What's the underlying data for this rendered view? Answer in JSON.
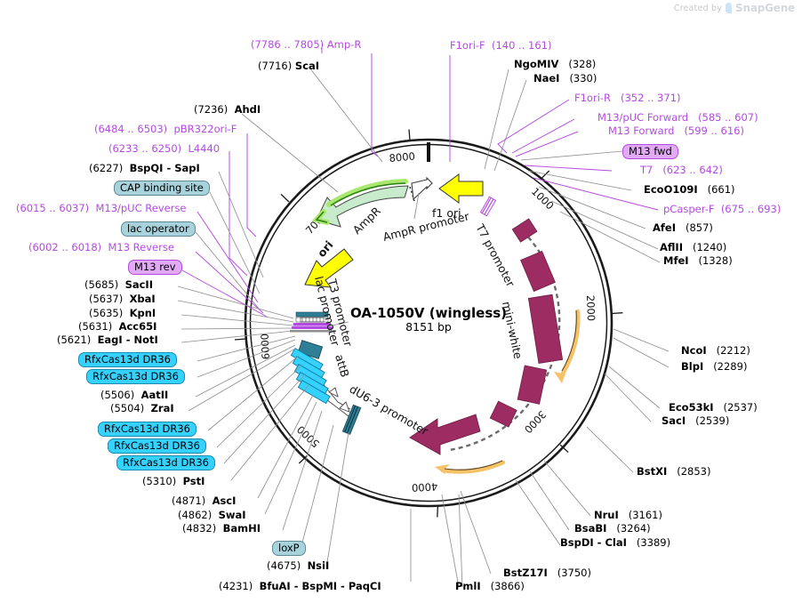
{
  "credit": {
    "prefix": "Created by",
    "brand": "SnapGene",
    "logo_icon": "snapgene-logo-icon"
  },
  "plasmid": {
    "name": "OA-1050V (wingless)",
    "size": "8151 bp",
    "ticks": [
      "1000",
      "2000",
      "3000",
      "4000",
      "5000",
      "6000",
      "7000",
      "8000"
    ]
  },
  "features": [
    {
      "name": "AmpR",
      "color": "#c8eccb"
    },
    {
      "name": "AmpR promoter",
      "color": "#ffffff"
    },
    {
      "name": "f1 ori",
      "color": "#ffff00"
    },
    {
      "name": "T7 promoter",
      "color": "#b44be0"
    },
    {
      "name": "mini-white",
      "color": "#9c2c62"
    },
    {
      "name": "dU6-3 promoter",
      "color": "#2e7e96"
    },
    {
      "name": "attB",
      "color": "#35d2ff"
    },
    {
      "name": "lac promoter",
      "color": "#b44be0"
    },
    {
      "name": "T3 promoter",
      "color": "#b44be0"
    },
    {
      "name": "ori",
      "color": "#ffff00"
    }
  ],
  "labels_top": [
    {
      "id": "amp-r",
      "pos": "(7786 .. 7805)",
      "enz": "Amp-R",
      "style": "purple"
    },
    {
      "id": "scai",
      "pos": "(7716)",
      "enz": "ScaI",
      "style": "black"
    },
    {
      "id": "f1ori-f",
      "pos": "(140 .. 161)",
      "enz": "F1ori-F",
      "style": "purple"
    },
    {
      "id": "ngomiv",
      "pos": "(328)",
      "enz": "NgoMIV",
      "style": "black"
    },
    {
      "id": "naei",
      "pos": "(330)",
      "enz": "NaeI",
      "style": "black"
    }
  ],
  "labels_left": [
    {
      "id": "ahdi",
      "pos": "(7236)",
      "enz": "AhdI",
      "style": "black"
    },
    {
      "id": "pbr322ori-f",
      "pos": "(6484 .. 6503)",
      "enz": "pBR322ori-F",
      "style": "purple"
    },
    {
      "id": "l4440",
      "pos": "(6233 .. 6250)",
      "enz": "L4440",
      "style": "purple"
    },
    {
      "id": "bspqi-sapi",
      "pos": "(6227)",
      "enz": "BspQI - SapI",
      "style": "black"
    },
    {
      "id": "m13puc-reverse",
      "pos": "(6015 .. 6037)",
      "enz": "M13/pUC Reverse",
      "style": "purple"
    },
    {
      "id": "m13-reverse",
      "pos": "(6002 .. 6018)",
      "enz": "M13 Reverse",
      "style": "purple"
    },
    {
      "id": "sacii",
      "pos": "(5685)",
      "enz": "SacII",
      "style": "black"
    },
    {
      "id": "xbai",
      "pos": "(5637)",
      "enz": "XbaI",
      "style": "black"
    },
    {
      "id": "kpni",
      "pos": "(5635)",
      "enz": "KpnI",
      "style": "black"
    },
    {
      "id": "acc65i",
      "pos": "(5631)",
      "enz": "Acc65I",
      "style": "black"
    },
    {
      "id": "eagi-noti",
      "pos": "(5621)",
      "enz": "EagI - NotI",
      "style": "black"
    },
    {
      "id": "aatii",
      "pos": "(5506)",
      "enz": "AatII",
      "style": "black"
    },
    {
      "id": "zrai",
      "pos": "(5504)",
      "enz": "ZraI",
      "style": "black"
    },
    {
      "id": "psti",
      "pos": "(5310)",
      "enz": "PstI",
      "style": "black"
    },
    {
      "id": "asci",
      "pos": "(4871)",
      "enz": "AscI",
      "style": "black"
    },
    {
      "id": "swai",
      "pos": "(4862)",
      "enz": "SwaI",
      "style": "black"
    },
    {
      "id": "bamhi",
      "pos": "(4832)",
      "enz": "BamHI",
      "style": "black"
    },
    {
      "id": "nsii",
      "pos": "(4675)",
      "enz": "NsiI",
      "style": "black"
    },
    {
      "id": "bfuai",
      "pos": "(4231)",
      "enz": "BfuAI - BspMI - PaqCI",
      "style": "black"
    }
  ],
  "labels_right": [
    {
      "id": "f1ori-r",
      "enz": "F1ori-R",
      "pos": "(352 .. 371)",
      "style": "purple"
    },
    {
      "id": "m13puc-forward",
      "enz": "M13/pUC Forward",
      "pos": "(585 .. 607)",
      "style": "purple"
    },
    {
      "id": "m13-forward",
      "enz": "M13 Forward",
      "pos": "(599 .. 616)",
      "style": "purple"
    },
    {
      "id": "t7",
      "enz": "T7",
      "pos": "(623 .. 642)",
      "style": "purple"
    },
    {
      "id": "ecoo109i",
      "enz": "EcoO109I",
      "pos": "(661)",
      "style": "black"
    },
    {
      "id": "pcasper-f",
      "enz": "pCasper-F",
      "pos": "(675 .. 693)",
      "style": "purple"
    },
    {
      "id": "afei",
      "enz": "AfeI",
      "pos": "(857)",
      "style": "black"
    },
    {
      "id": "aflii",
      "enz": "AflII",
      "pos": "(1240)",
      "style": "black"
    },
    {
      "id": "mfei",
      "enz": "MfeI",
      "pos": "(1328)",
      "style": "black"
    },
    {
      "id": "ncoi",
      "enz": "NcoI",
      "pos": "(2212)",
      "style": "black"
    },
    {
      "id": "blpi",
      "enz": "BlpI",
      "pos": "(2289)",
      "style": "black"
    },
    {
      "id": "eco53ki",
      "enz": "Eco53kI",
      "pos": "(2537)",
      "style": "black"
    },
    {
      "id": "saci",
      "enz": "SacI",
      "pos": "(2539)",
      "style": "black"
    },
    {
      "id": "bstxi",
      "enz": "BstXI",
      "pos": "(2853)",
      "style": "black"
    },
    {
      "id": "nrui",
      "enz": "NruI",
      "pos": "(3161)",
      "style": "black"
    },
    {
      "id": "bsabi",
      "enz": "BsaBI",
      "pos": "(3264)",
      "style": "black"
    },
    {
      "id": "bspdi-clai",
      "enz": "BspDI - ClaI",
      "pos": "(3389)",
      "style": "black"
    },
    {
      "id": "bstz17i",
      "enz": "BstZ17I",
      "pos": "(3750)",
      "style": "black"
    },
    {
      "id": "pmli",
      "enz": "PmlI",
      "pos": "(3866)",
      "style": "black"
    }
  ],
  "badges": [
    {
      "id": "cap-binding-site",
      "label": "CAP binding site",
      "style": "teal"
    },
    {
      "id": "lac-operator",
      "label": "lac operator",
      "style": "teal"
    },
    {
      "id": "m13-rev",
      "label": "M13 rev",
      "style": "violet"
    },
    {
      "id": "m13-fwd",
      "label": "M13 fwd",
      "style": "violet"
    },
    {
      "id": "rfx-1",
      "label": "RfxCas13d DR36",
      "style": "cyan"
    },
    {
      "id": "rfx-2",
      "label": "RfxCas13d DR36",
      "style": "cyan"
    },
    {
      "id": "rfx-3",
      "label": "RfxCas13d DR36",
      "style": "cyan"
    },
    {
      "id": "rfx-4",
      "label": "RfxCas13d DR36",
      "style": "cyan"
    },
    {
      "id": "rfx-5",
      "label": "RfxCas13d DR36",
      "style": "cyan"
    },
    {
      "id": "loxp",
      "label": "loxP",
      "style": "teal"
    }
  ],
  "inner_labels": {
    "ampr": "AmpR",
    "ampr_promoter": "AmpR promoter",
    "f1_ori": "f1 ori",
    "t7_promoter": "T7 promoter",
    "mini_white": "mini-white",
    "du6_promoter": "dU6-3 promoter",
    "attb": "attB",
    "t3_promoter": "T3 promoter",
    "lac_promoter": "lac promoter",
    "ori": "ori"
  },
  "colors": {
    "purple": "#b44be0",
    "backbone": "#1a1a1a",
    "mini_white": "#9c2c62",
    "ampr_green": "#c8eccb",
    "yellow": "#ffff00",
    "orange_arrow": "#f5c268",
    "cyan": "#35d2ff",
    "teal_badge": "#a8d3dd",
    "leader": "#8d8d8d"
  }
}
